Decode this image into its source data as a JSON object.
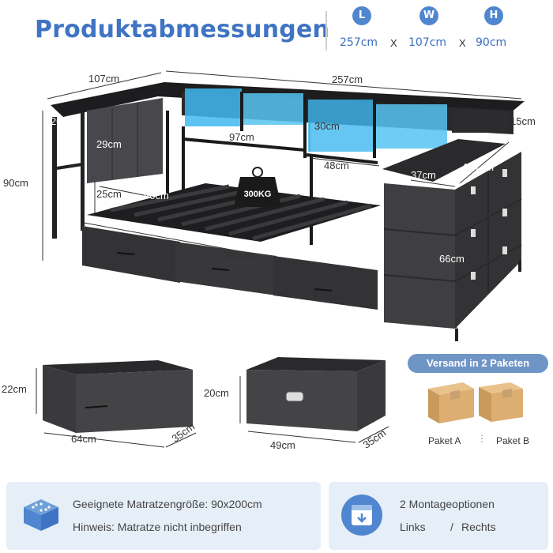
{
  "title": "Produktabmessungen",
  "dimensions": {
    "length": {
      "letter": "L",
      "value": "257cm"
    },
    "width": {
      "letter": "W",
      "value": "107cm"
    },
    "height": {
      "letter": "H",
      "value": "90cm"
    },
    "separator": "X"
  },
  "bed_labels": {
    "top_depth": "107cm",
    "top_length": "257cm",
    "height": "90cm",
    "shelf_depth": "20cm",
    "side_depth": "15cm",
    "headboard_height": "29cm",
    "shelf_width": "97cm",
    "cubby_height": "30cm",
    "cubby_width": "48cm",
    "under_height": "25cm",
    "bed_width": "90cm",
    "weight": "300KG",
    "top_shelf": "37cm",
    "dresser_depth": "107cm",
    "bed_length": "200cm",
    "dresser_height": "66cm"
  },
  "drawers": {
    "drawer1": {
      "height": "22cm",
      "width": "64cm",
      "depth": "35cm"
    },
    "drawer2": {
      "height": "20cm",
      "width": "49cm",
      "depth": "35cm"
    }
  },
  "shipping": {
    "badge": "Versand in 2 Paketen",
    "package_a": "Paket A",
    "package_b": "Paket B"
  },
  "info_left": {
    "line1": "Geeignete Matratzengröße: 90x200cm",
    "line2": "Hinweis: Matratze nicht inbegriffen"
  },
  "info_right": {
    "line1": "2 Montageoptionen",
    "option_left": "Links",
    "divider": "/",
    "option_right": "Rechts"
  },
  "colors": {
    "accent": "#3f74c4",
    "badge": "#6f95c6",
    "panel": "#e6eef8",
    "led": "#3fb8f0"
  }
}
